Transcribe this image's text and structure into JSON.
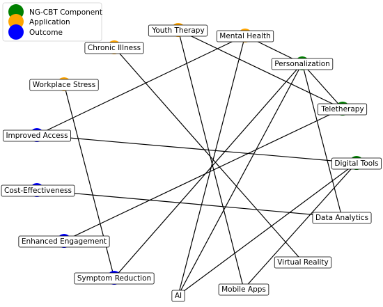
{
  "legend": {
    "entries": [
      {
        "label": "NG-CBT Component",
        "color": "#008000"
      },
      {
        "label": "Application",
        "color": "#FFA500"
      },
      {
        "label": "Outcome",
        "color": "#0000FF"
      }
    ]
  },
  "nodes": [
    {
      "id": "personalization",
      "label": "Personalization",
      "category": "NG-CBT Component"
    },
    {
      "id": "teletherapy",
      "label": "Teletherapy",
      "category": "NG-CBT Component"
    },
    {
      "id": "digital-tools",
      "label": "Digital Tools",
      "category": "NG-CBT Component"
    },
    {
      "id": "data-analytics",
      "label": "Data Analytics",
      "category": "NG-CBT Component"
    },
    {
      "id": "virtual-reality",
      "label": "Virtual Reality",
      "category": "NG-CBT Component"
    },
    {
      "id": "mobile-apps",
      "label": "Mobile Apps",
      "category": "NG-CBT Component"
    },
    {
      "id": "ai",
      "label": "AI",
      "category": "NG-CBT Component"
    },
    {
      "id": "youth-therapy",
      "label": "Youth Therapy",
      "category": "Application"
    },
    {
      "id": "mental-health",
      "label": "Mental Health",
      "category": "Application"
    },
    {
      "id": "chronic-illness",
      "label": "Chronic Illness",
      "category": "Application"
    },
    {
      "id": "workplace-stress",
      "label": "Workplace Stress",
      "category": "Application"
    },
    {
      "id": "improved-access",
      "label": "Improved Access",
      "category": "Outcome"
    },
    {
      "id": "cost-effectiveness",
      "label": "Cost-Effectiveness",
      "category": "Outcome"
    },
    {
      "id": "enhanced-engagement",
      "label": "Enhanced Engagement",
      "category": "Outcome"
    },
    {
      "id": "symptom-reduction",
      "label": "Symptom Reduction",
      "category": "Outcome"
    }
  ],
  "edges": [
    [
      "mental-health",
      "personalization"
    ],
    [
      "mental-health",
      "improved-access"
    ],
    [
      "mental-health",
      "ai"
    ],
    [
      "youth-therapy",
      "teletherapy"
    ],
    [
      "youth-therapy",
      "mobile-apps"
    ],
    [
      "chronic-illness",
      "virtual-reality"
    ],
    [
      "workplace-stress",
      "symptom-reduction"
    ],
    [
      "personalization",
      "teletherapy"
    ],
    [
      "personalization",
      "data-analytics"
    ],
    [
      "personalization",
      "ai"
    ],
    [
      "personalization",
      "symptom-reduction"
    ],
    [
      "teletherapy",
      "enhanced-engagement"
    ],
    [
      "improved-access",
      "digital-tools"
    ],
    [
      "digital-tools",
      "ai"
    ],
    [
      "digital-tools",
      "mobile-apps"
    ],
    [
      "cost-effectiveness",
      "data-analytics"
    ]
  ]
}
